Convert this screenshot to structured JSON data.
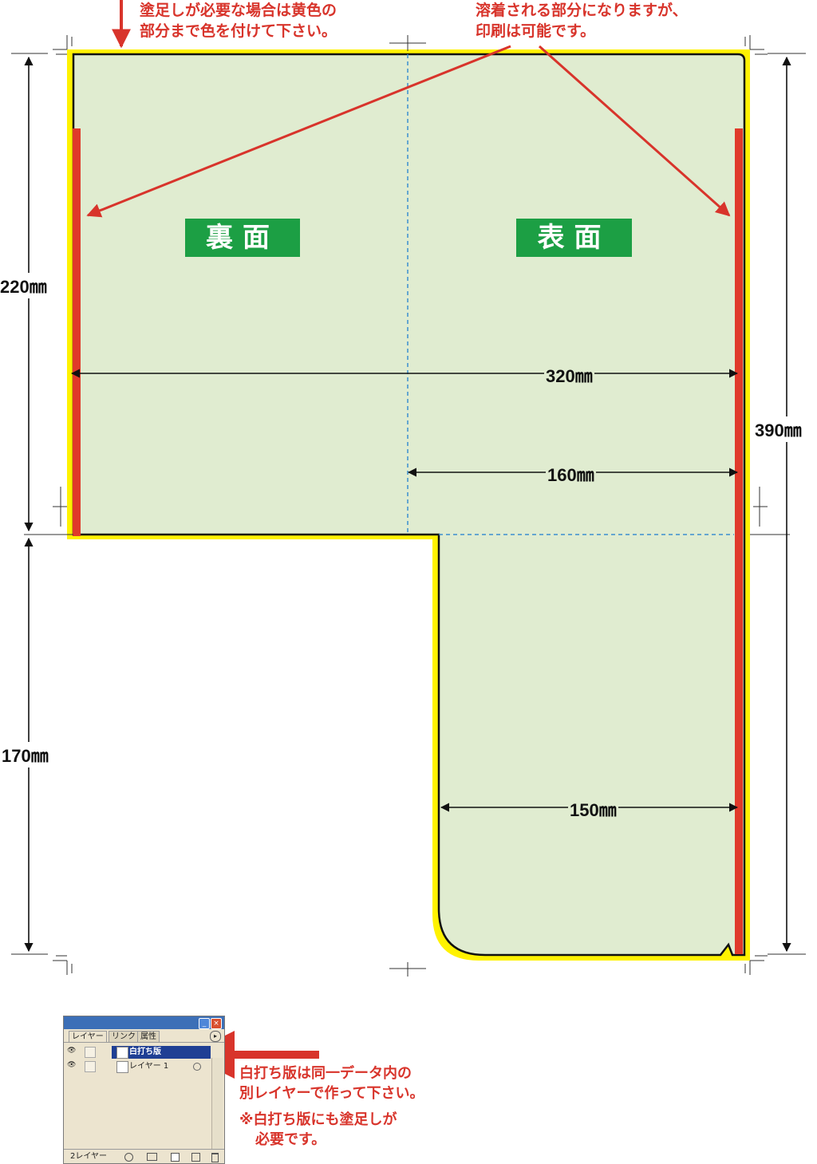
{
  "notes": {
    "bleed_line1": "塗足しが必要な場合は黄色の",
    "bleed_line2": "部分まで色を付けて下さい。",
    "weld_line1": "溶着される部分になりますが、",
    "weld_line2": "印刷は可能です。",
    "white_line1": "白打ち版は同一データ内の",
    "white_line2": "別レイヤーで作って下さい。",
    "white_note1": "※白打ち版にも塗足しが",
    "white_note2": "必要です。"
  },
  "faces": {
    "back": "裏面",
    "front": "表面"
  },
  "dimensions": {
    "width_total": "320㎜",
    "width_front": "160㎜",
    "width_pocket": "150㎜",
    "height_total": "390㎜",
    "height_upper": "220㎜",
    "height_lower": "170㎜"
  },
  "panel": {
    "tabs": [
      "レイヤー",
      "リンク",
      "属性"
    ],
    "layers": [
      "白打ち版",
      "レイヤー 1"
    ],
    "footer": "2レイヤー",
    "minimize": "_",
    "close": "×",
    "menu": "▸",
    "eye": "👁"
  },
  "colors": {
    "fill": "#e0ecd0",
    "bleed": "#fff200",
    "weld": "#e03a2a",
    "badge": "#1c9f44",
    "arrow": "#d8342b"
  }
}
